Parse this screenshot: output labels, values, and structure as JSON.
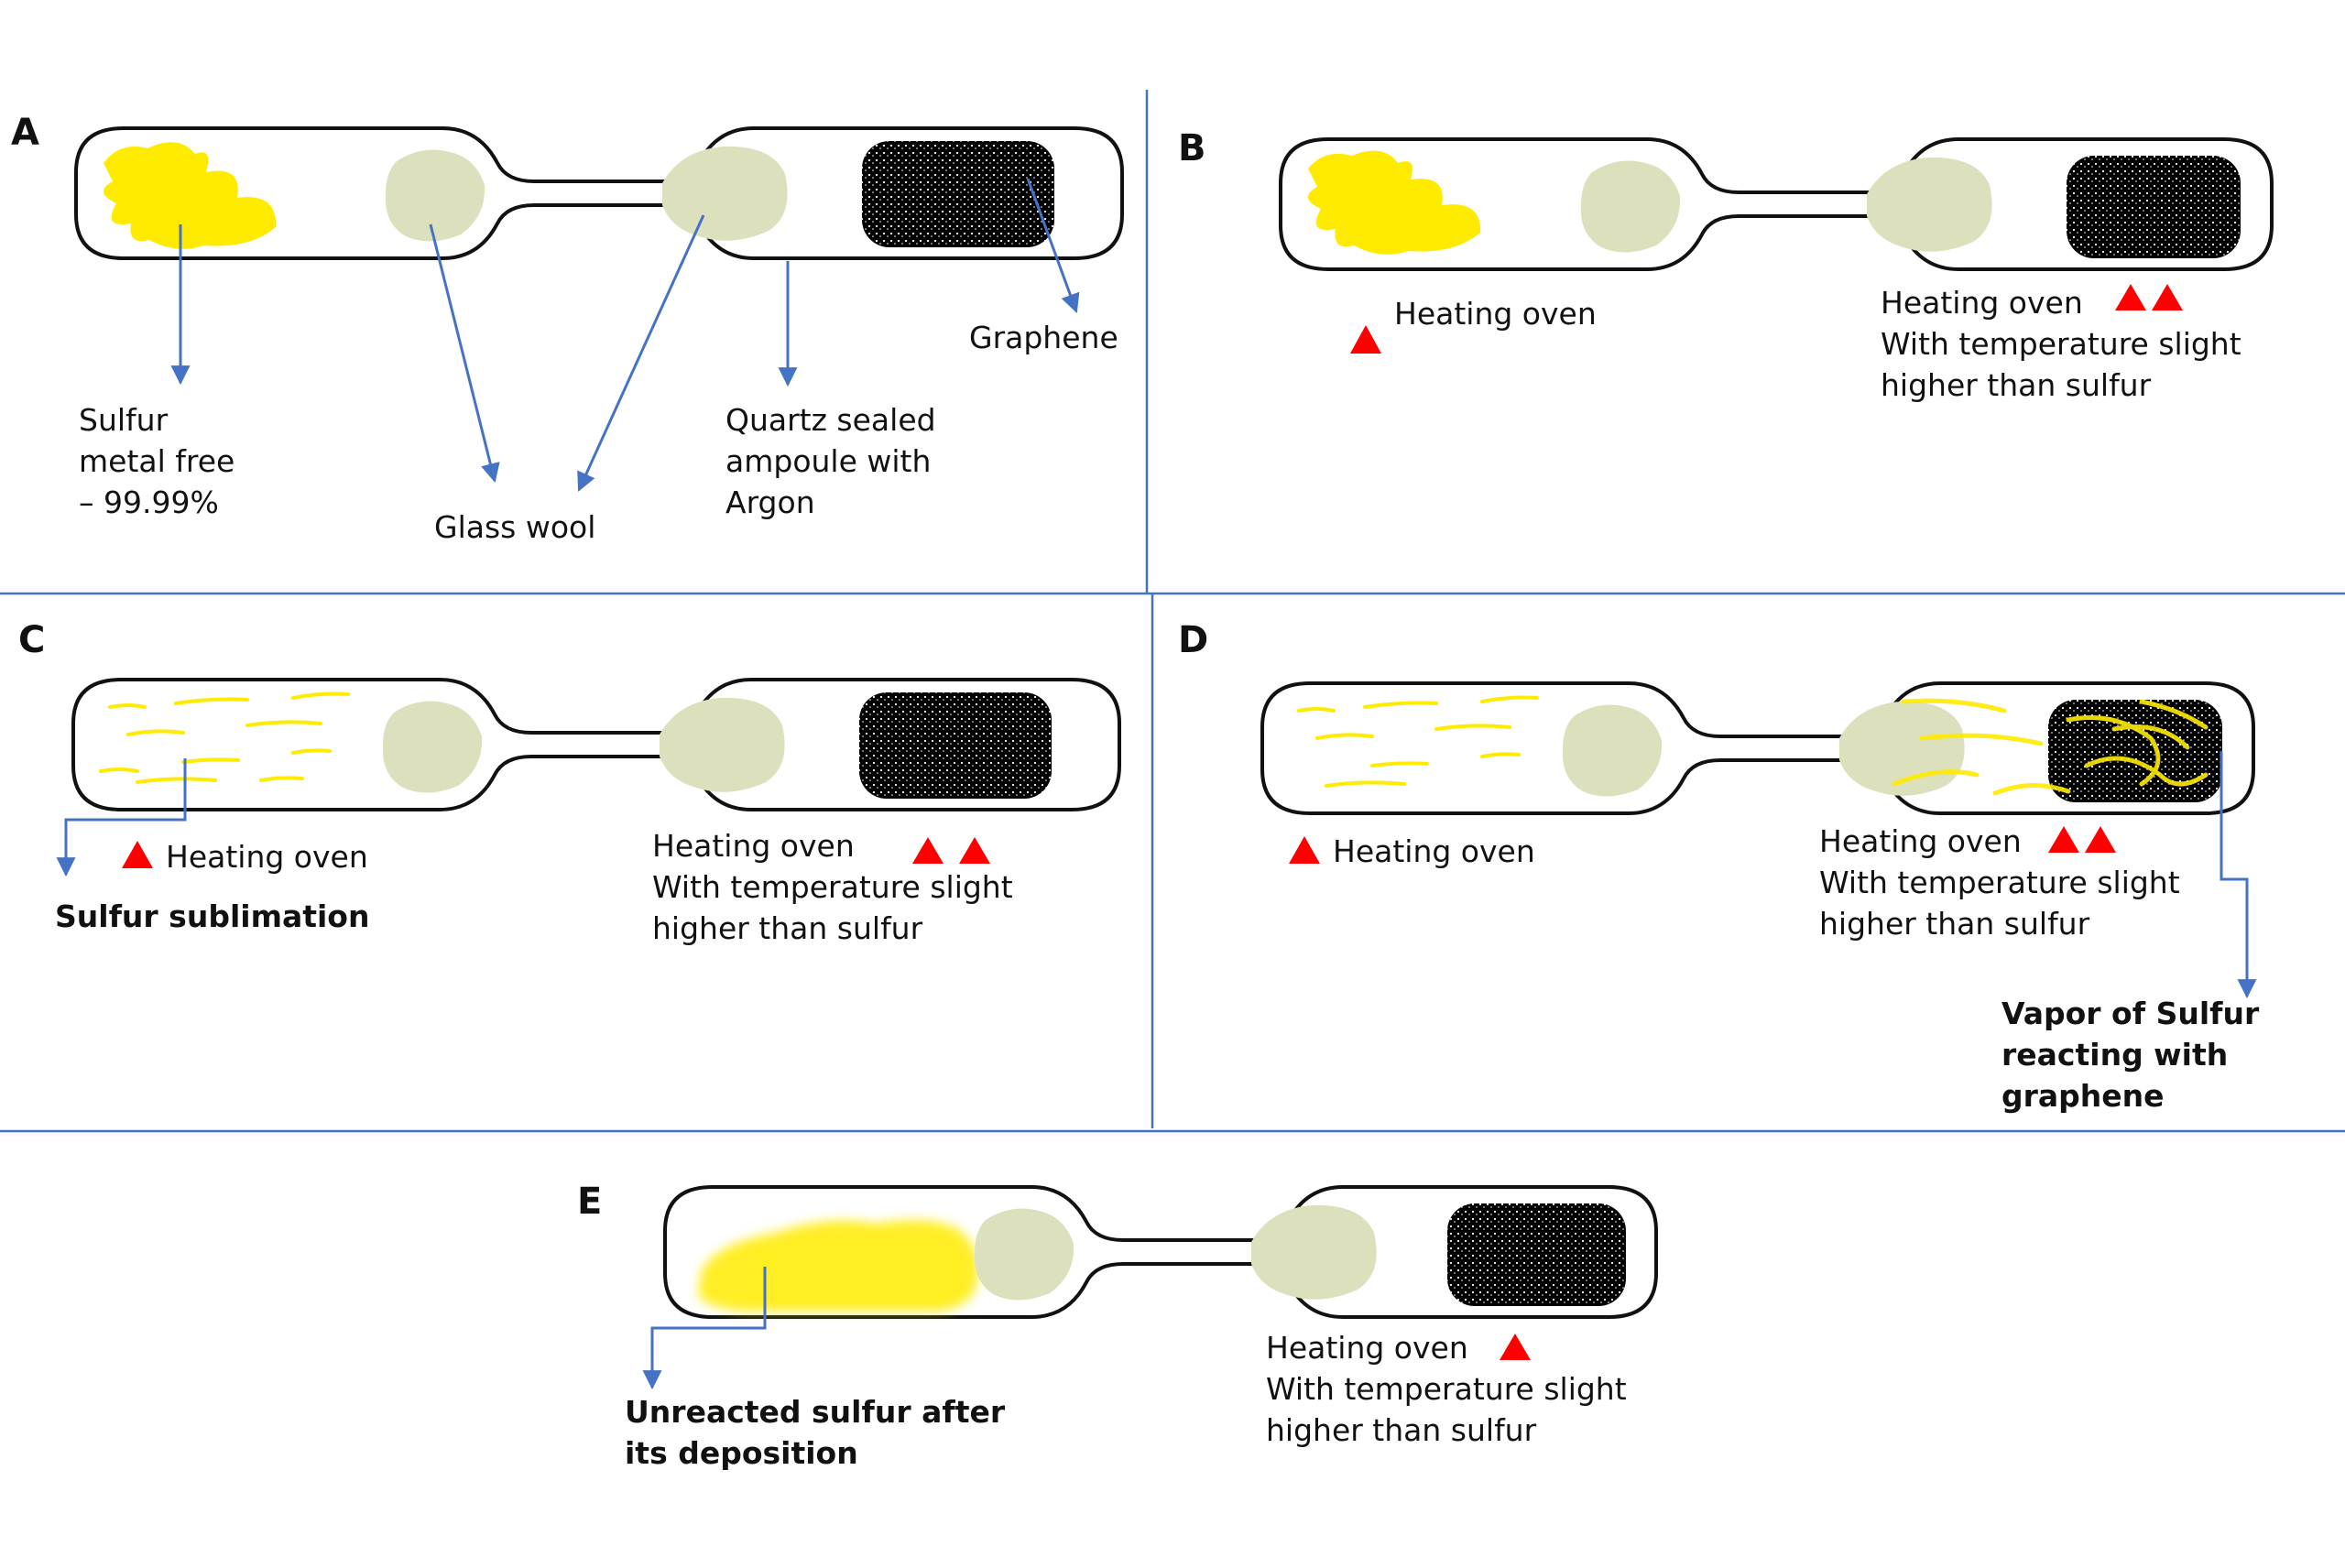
{
  "panels": {
    "A": {
      "letter": "A",
      "sulfur": [
        "Sulfur",
        "metal free",
        "– 99.99%"
      ],
      "glass_wool": "Glass wool",
      "quartz": [
        "Quartz sealed",
        "ampoule with",
        "Argon"
      ],
      "graphene": "Graphene"
    },
    "B": {
      "letter": "B",
      "oven_left": "Heating oven",
      "oven_right": [
        "Heating oven",
        "With temperature  slight",
        "higher than sulfur"
      ]
    },
    "C": {
      "letter": "C",
      "oven_left": "Heating oven",
      "oven_right": [
        "Heating oven",
        "With temperature  slight",
        "higher than sulfur"
      ],
      "note": "Sulfur sublimation"
    },
    "D": {
      "letter": "D",
      "oven_left": "Heating oven",
      "oven_right": [
        "Heating oven",
        "With temperature  slight",
        "higher than sulfur"
      ],
      "note": [
        "Vapor of Sulfur",
        "reacting with",
        "graphene"
      ]
    },
    "E": {
      "letter": "E",
      "oven_right": [
        "Heating oven",
        "With temperature  slight",
        "higher than sulfur"
      ],
      "note": [
        "Unreacted sulfur after",
        "its deposition"
      ]
    }
  },
  "colors": {
    "sulfur": "#ffeb00",
    "glass_wool": "#dde0bc",
    "graphene": "#000000",
    "arrow": "#4472c4",
    "divider": "#4472c4",
    "heat_marker": "#ff0000"
  }
}
